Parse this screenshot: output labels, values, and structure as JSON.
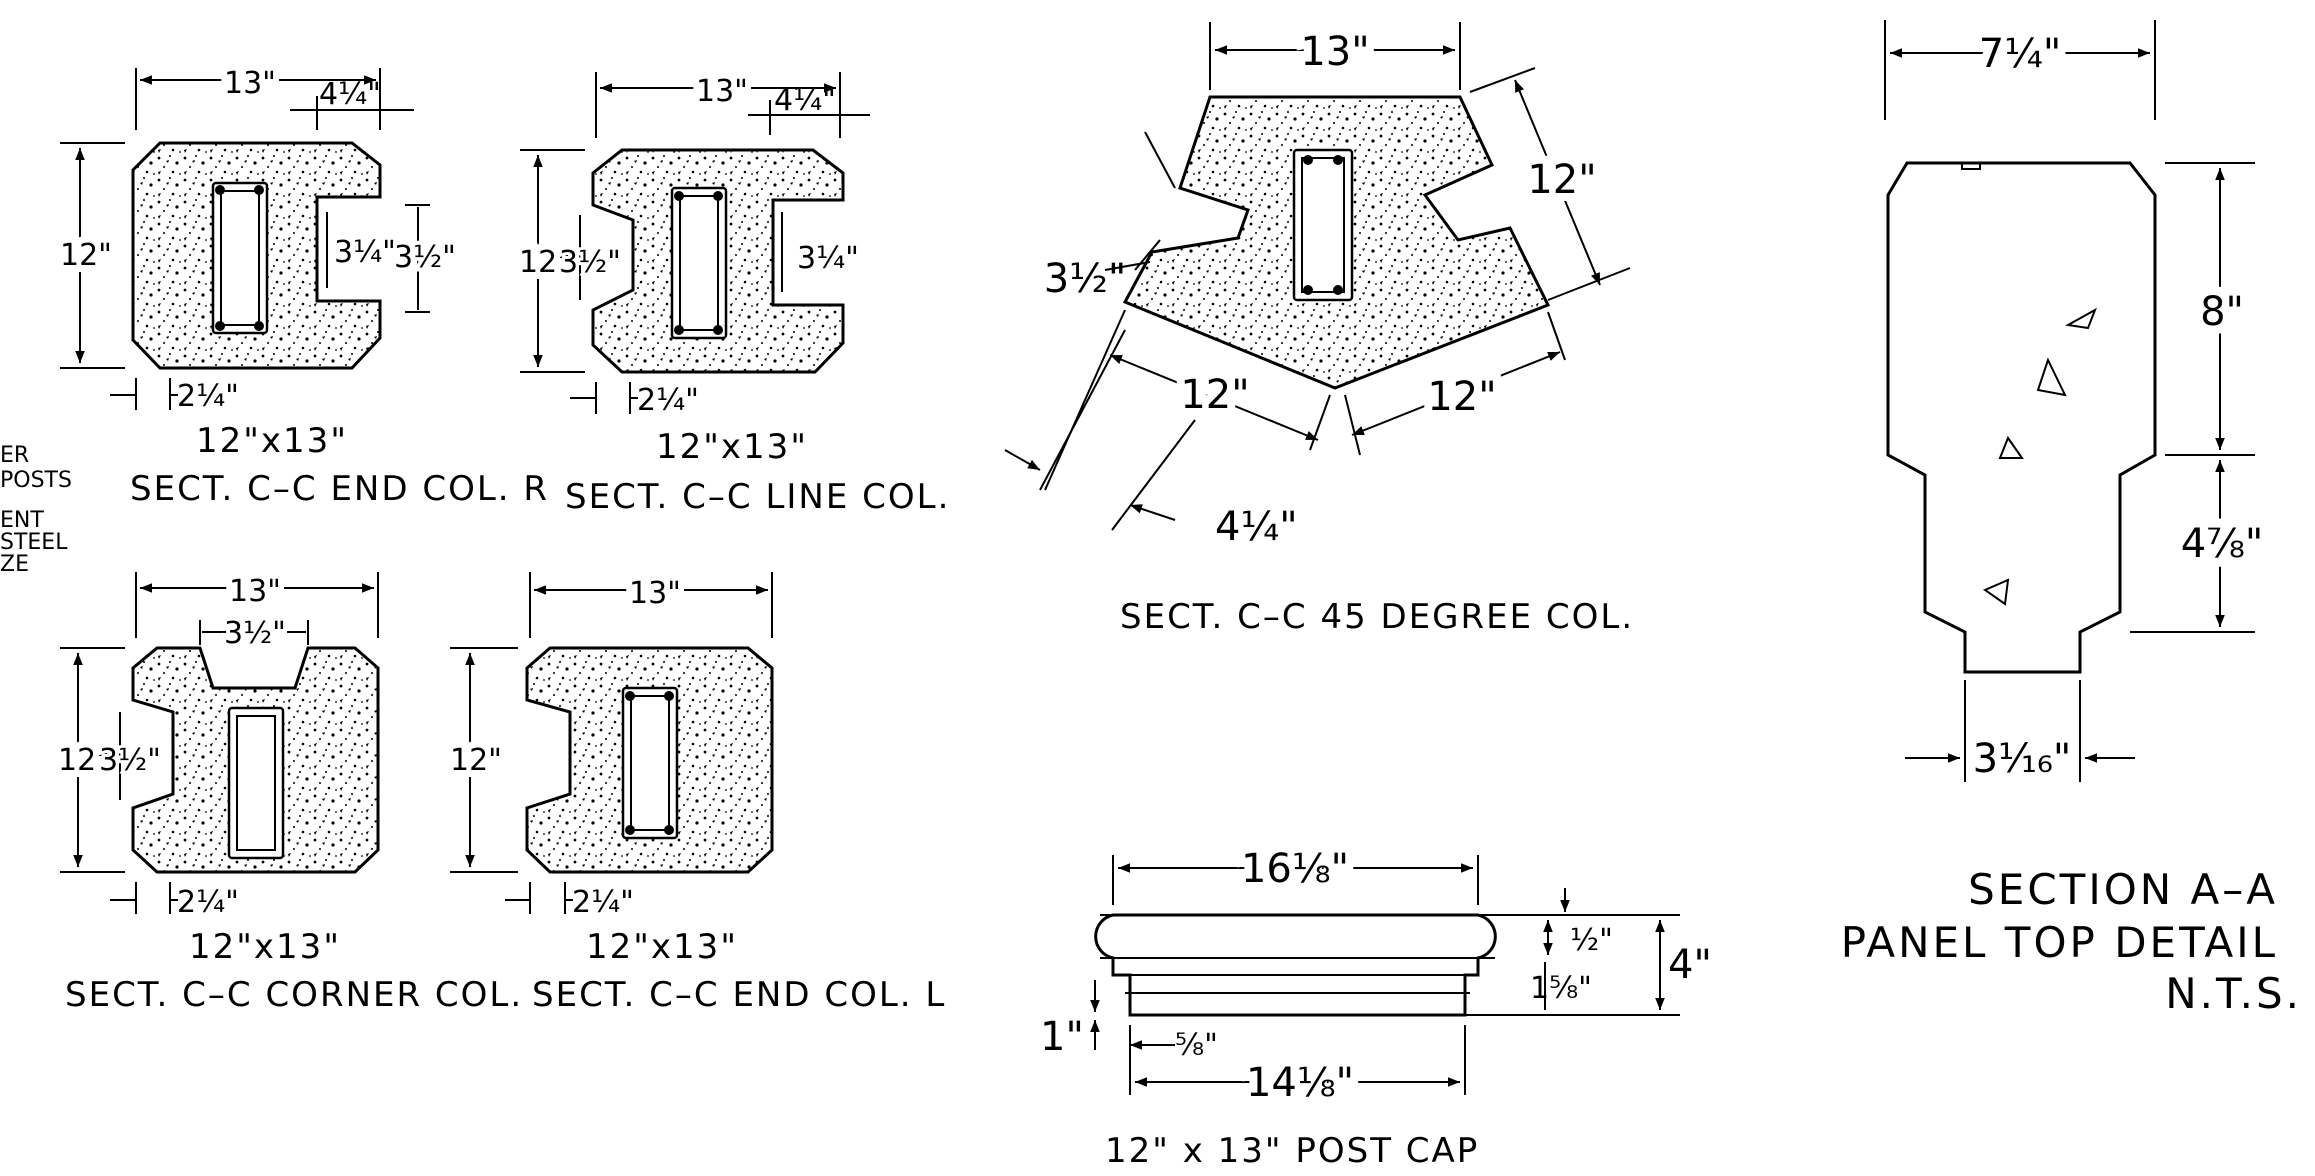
{
  "edge_text": [
    "ER",
    "POSTS",
    "ENT",
    "STEEL",
    "ZE"
  ],
  "sections": {
    "end_col_r": {
      "width": "13\"",
      "notch_offset": "4¼\"",
      "height": "12\"",
      "inner": "3¼\"",
      "outer": "3½\"",
      "bottom": "2¼\"",
      "size": "12\"x13\"",
      "title": "SECT. C–C END COL. R"
    },
    "line_col": {
      "width": "13\"",
      "notch_offset": "4¼\"",
      "height": "12\"",
      "left": "3½\"",
      "right": "3¼\"",
      "bottom": "2¼\"",
      "size": "12\"x13\"",
      "title": "SECT. C–C LINE COL."
    },
    "corner_col": {
      "width": "13\"",
      "top": "3½\"",
      "height": "12\"",
      "left": "3½\"",
      "bottom": "2¼\"",
      "size": "12\"x13\"",
      "title": "SECT. C–C CORNER COL."
    },
    "end_col_l": {
      "width": "13\"",
      "height": "12\"",
      "bottom": "2¼\"",
      "size": "12\"x13\"",
      "title": "SECT. C–C END COL. L"
    },
    "deg45": {
      "top": "13\"",
      "right": "12\"",
      "left": "3½\"",
      "bottom_left": "12\"",
      "bottom_right": "12\"",
      "offset": "4¼\"",
      "title": "SECT. C–C 45 DEGREE COL."
    },
    "post_cap": {
      "top": "16⅛\"",
      "half": "½\"",
      "height": "4\"",
      "mid": "1⅝\"",
      "left": "1\"",
      "inset": "⅝\"",
      "bottom": "14⅛\"",
      "title": "12\" x 13\" POST CAP"
    },
    "panel_top": {
      "top": "7¼\"",
      "upper": "8\"",
      "lower": "4⅞\"",
      "bottom": "3¹⁄₁₆\"",
      "title1": "SECTION A–A",
      "title2": "PANEL TOP DETAIL",
      "title3": "N.T.S."
    }
  }
}
